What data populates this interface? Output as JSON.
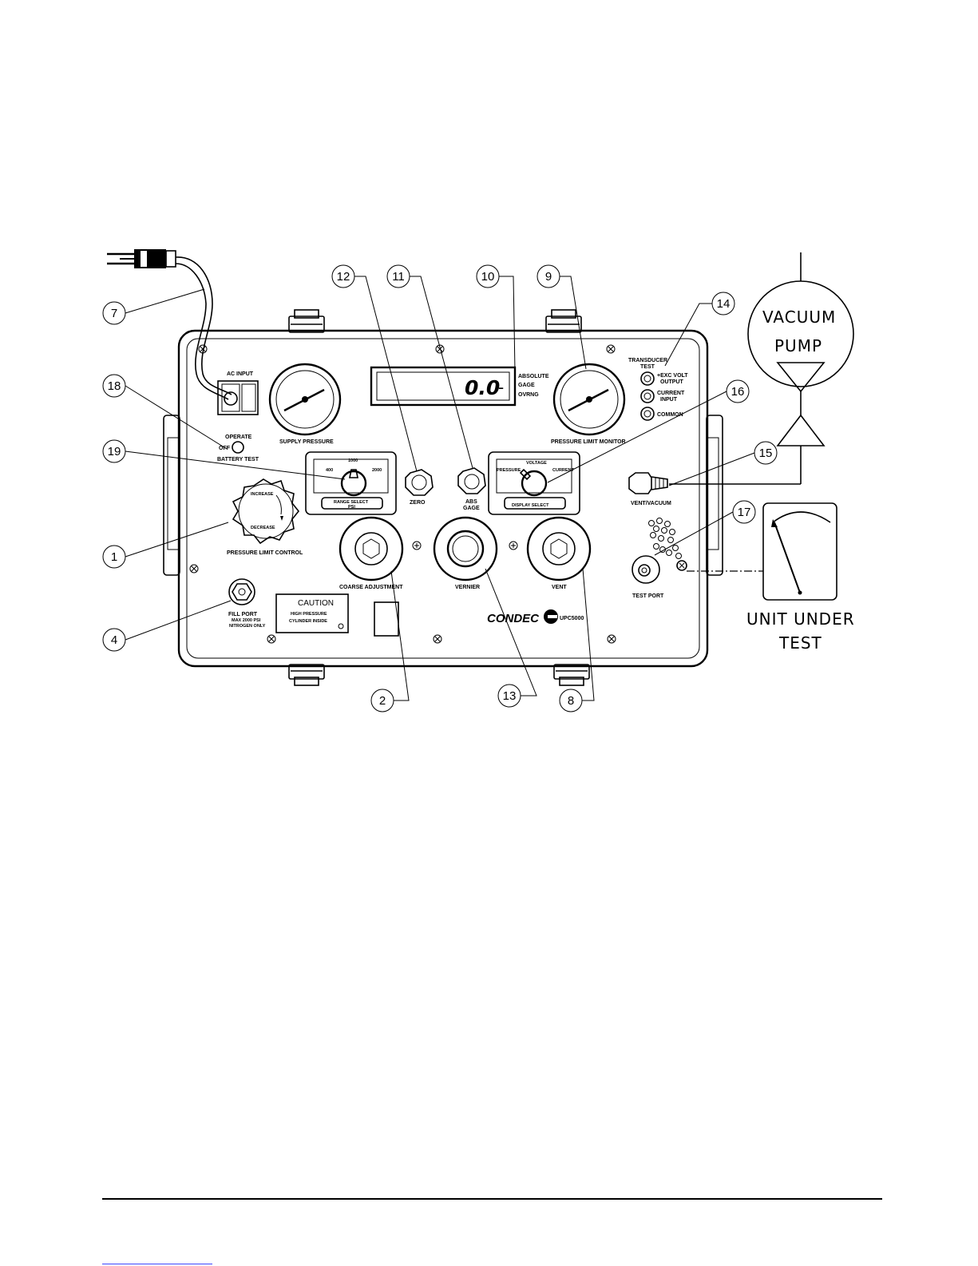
{
  "panel": {
    "ac_input": "AC INPUT",
    "supply_pressure": "SUPPLY PRESSURE",
    "pressure_limit_monitor": "PRESSURE LIMIT MONITOR",
    "display_value": "0.0",
    "display_dash": "-",
    "mode_absolute": "ABSOLUTE",
    "mode_gage": "GAGE",
    "mode_ovrng": "OVRNG",
    "transducer_test_1": "TRANSDUCER",
    "transducer_test_2": "TEST",
    "exc_volt_1": "+EXC VOLT",
    "exc_volt_2": "OUTPUT",
    "current_input_1": "CURRENT",
    "current_input_2": "INPUT",
    "common": "COMMON",
    "operate": "OPERATE",
    "off": "OFF",
    "battery_test": "BATTERY TEST",
    "range_400": "400",
    "range_1000": "1000",
    "range_2000": "2000",
    "range_select_1": "RANGE SELECT",
    "range_select_2": "PSI",
    "zero": "ZERO",
    "abs_1": "ABS",
    "abs_2": "GAGE",
    "disp_pressure": "PRESSURE",
    "disp_voltage": "VOLTAGE",
    "disp_current": "CURRENT",
    "display_select": "DISPLAY SELECT",
    "vent_vacuum": "VENT/VACUUM",
    "increase": "INCREASE",
    "decrease": "DECREASE",
    "pressure_limit_control": "PRESSURE LIMIT CONTROL",
    "coarse_adjustment": "COARSE ADJUSTMENT",
    "vernier": "VERNIER",
    "vent": "VENT",
    "test_port": "TEST PORT",
    "fill_port_1": "FILL PORT",
    "fill_port_2": "MAX 2000 PSI",
    "fill_port_3": "NITROGEN ONLY",
    "caution_1": "CAUTION",
    "caution_2": "HIGH PRESSURE",
    "caution_3": "CYLINDER INSIDE",
    "brand": "CONDEC",
    "model": "UPC5000"
  },
  "external": {
    "vacuum_1": "VACUUM",
    "vacuum_2": "PUMP",
    "uut_1": "UNIT UNDER",
    "uut_2": "TEST"
  },
  "callouts": {
    "c1": "1",
    "c2": "2",
    "c4": "4",
    "c7": "7",
    "c8": "8",
    "c9": "9",
    "c10": "10",
    "c11": "11",
    "c12": "12",
    "c13": "13",
    "c14": "14",
    "c15": "15",
    "c16": "16",
    "c17": "17",
    "c18": "18",
    "c19": "19"
  }
}
